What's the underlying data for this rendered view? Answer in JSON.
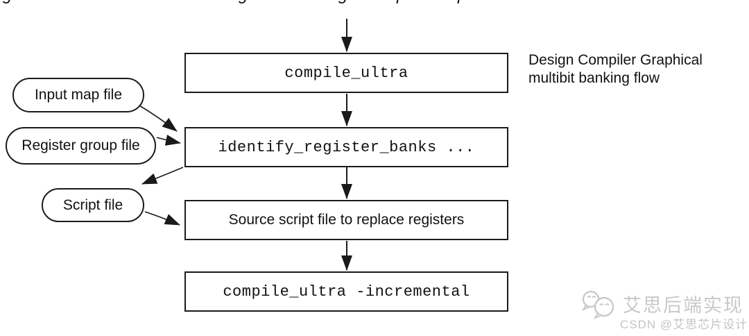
{
  "figure": {
    "kind": "flowchart",
    "annotation": {
      "line1": "Design Compiler Graphical",
      "line2": "multibit banking flow"
    },
    "boxes": [
      {
        "id": "compile_ultra",
        "label": "compile_ultra",
        "font": "monospace"
      },
      {
        "id": "identify_register_banks",
        "label": "identify_register_banks ...",
        "font": "monospace"
      },
      {
        "id": "source_script",
        "label": "Source script file to replace registers",
        "font": "sans"
      },
      {
        "id": "compile_ultra_incremental",
        "label": "compile_ultra -incremental",
        "font": "monospace"
      }
    ],
    "ovals": [
      {
        "id": "input_map_file",
        "label": "Input map file"
      },
      {
        "id": "register_group_file",
        "label": "Register group file"
      },
      {
        "id": "script_file",
        "label": "Script file"
      }
    ],
    "edges": [
      {
        "from": "start",
        "to": "compile_ultra"
      },
      {
        "from": "compile_ultra",
        "to": "identify_register_banks"
      },
      {
        "from": "input_map_file",
        "to": "identify_register_banks"
      },
      {
        "from": "register_group_file",
        "to": "identify_register_banks"
      },
      {
        "from": "identify_register_banks",
        "to": "script_file"
      },
      {
        "from": "script_file",
        "to": "source_script"
      },
      {
        "from": "identify_register_banks",
        "to": "source_script"
      },
      {
        "from": "source_script",
        "to": "compile_ultra_incremental"
      }
    ],
    "clipped_caption_fragments": [
      {
        "glyph": "g"
      },
      {
        "glyph": "g"
      },
      {
        "glyph": "g"
      },
      {
        "glyph": "p"
      },
      {
        "glyph": "p"
      }
    ]
  },
  "watermark": {
    "icon": "wechat-chat-bubbles-icon",
    "brand": "艾思后端实现",
    "credit": "CSDN @艾思芯片设计",
    "color": "#c8c8c8"
  },
  "colors": {
    "background": "#ffffff",
    "stroke": "#1a1a1a",
    "text": "#111111",
    "watermark_gray": "#c8c8c8"
  }
}
